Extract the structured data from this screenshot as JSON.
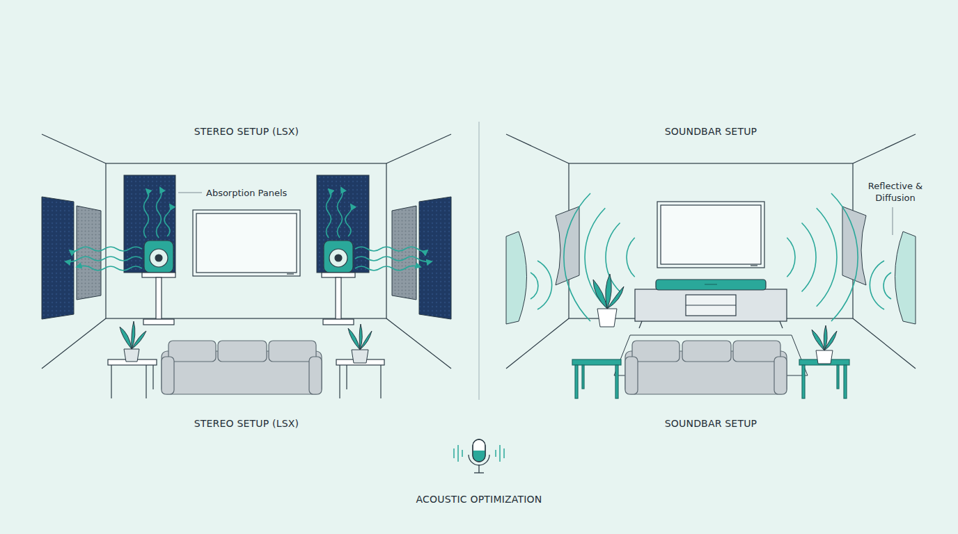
{
  "diagram": {
    "caption": "ACOUSTIC OPTIMIZATION",
    "labels": [
      "STEREO SETUP (LSX)",
      "SOUNDBAR SETUP",
      "Absorption Panels",
      "Reflective & Diffusion",
      "STEREO SETUP (LSX)",
      "SOUNDBAR SETUP"
    ]
  }
}
